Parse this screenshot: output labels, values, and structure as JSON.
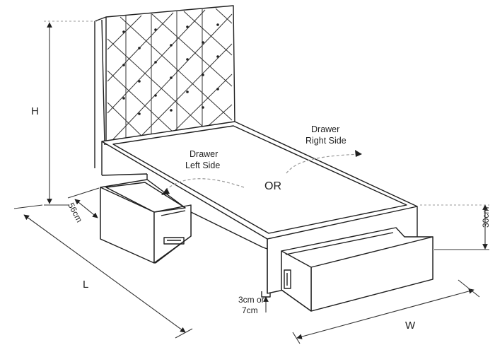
{
  "dimensions": {
    "height": "H",
    "length": "L",
    "width": "W",
    "drawer_depth": "56cm",
    "drawer_height": "30cm",
    "leg_clearance_line1": "3cm or",
    "leg_clearance_line2": "7cm"
  },
  "drawer_options": {
    "left_line1": "Drawer",
    "left_line2": "Left Side",
    "right_line1": "Drawer",
    "right_line2": "Right Side",
    "separator": "OR"
  },
  "colors": {
    "line": "#1f1f1f",
    "dim_line": "#333333",
    "dashed": "#999999"
  }
}
